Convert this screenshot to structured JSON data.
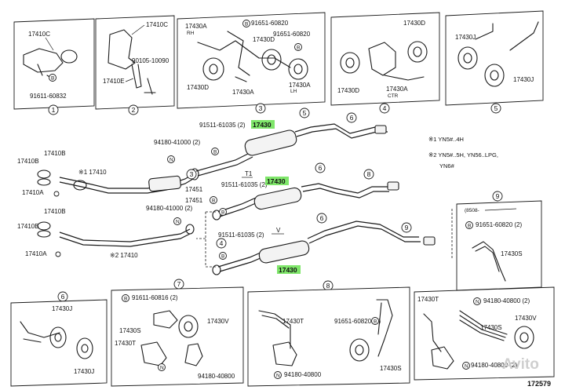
{
  "page": {
    "footer_number": "172579",
    "watermark": "Avito"
  },
  "notes": {
    "note1": "※1  YN5#..4H",
    "note2_line1": "※2  YN5#..5H, YN56..LPG,",
    "note2_line2": "YN6#"
  },
  "route_labels": {
    "t1": "T1",
    "v": "V",
    "star1_main": "※1 17410",
    "star2_main": "※2  17410"
  },
  "highlighted_part": "17430",
  "labels": {
    "b1_17410C": "17410C",
    "b1_91611_60832": "91611-60832",
    "b2_17410C": "17410C",
    "b2_90105_10090": "90105-10090",
    "b2_17410E": "17410E",
    "b3_17430A": "17430A",
    "b3_RH": "RH",
    "b3_91651_60820a": "91651-60820",
    "b3_17430D_a": "17430D",
    "b3_91651_60820b": "91651-60820",
    "b3_17430A_LH": "17430A",
    "b3_LH": "LH",
    "b3_17430D_b": "17430D",
    "b3_17430A_b": "17430A",
    "b4_17430D_a": "17430D",
    "b4_17430D_b": "17430D",
    "b4_17430A": "17430A",
    "b4_CTR": "CTR",
    "b5_17430J_a": "17430J",
    "b5_17430J_b": "17430J",
    "m_91511_61035_a": "91511-61035 (2)",
    "m_94180_41000_a": "94180-41000 (2)",
    "m_17410B_a": "17410B",
    "m_17410B_b": "17410B",
    "m_17410A_a": "17410A",
    "m_17451_a": "17451",
    "m_17451_b": "17451",
    "m_91511_61035_b": "91511-61035 (2)",
    "m_94180_41000_b": "94180-41000 (2)",
    "m_17410B_c": "17410B",
    "m_17410B_d": "17410B",
    "m_17410A_b": "17410A",
    "m_91511_61035_c": "91511-61035 (2)",
    "b9_8508": "(8508-",
    "b9_91651_60820": "91651-60820 (2)",
    "b9_17430S": "17430S",
    "b6_17430J_a": "17430J",
    "b6_17430J_b": "17430J",
    "b7_91611_60816": "91611-60816 (2)",
    "b7_17430S": "17430S",
    "b7_17430V": "17430V",
    "b7_17430T": "17430T",
    "b7_94180_40800": "94180-40800",
    "b8_17430T": "17430T",
    "b8_91651_60820": "91651-60820 (2)",
    "b8_94180_40800": "94180-40800",
    "b8_17430S": "17430S",
    "b10_17430T": "17430T",
    "b10_94180_40800_a": "94180-40800 (2)",
    "b10_17430S": "17430S",
    "b10_17430V": "17430V",
    "b10_94180_40800_b": "94180-40800 (2)"
  },
  "callouts": {
    "c1": "1",
    "c2": "2",
    "c3": "3",
    "c4": "4",
    "c5": "5",
    "c6": "6",
    "c7": "7",
    "c8": "8",
    "c9": "9"
  },
  "markers": {
    "b": "B",
    "n": "N"
  }
}
